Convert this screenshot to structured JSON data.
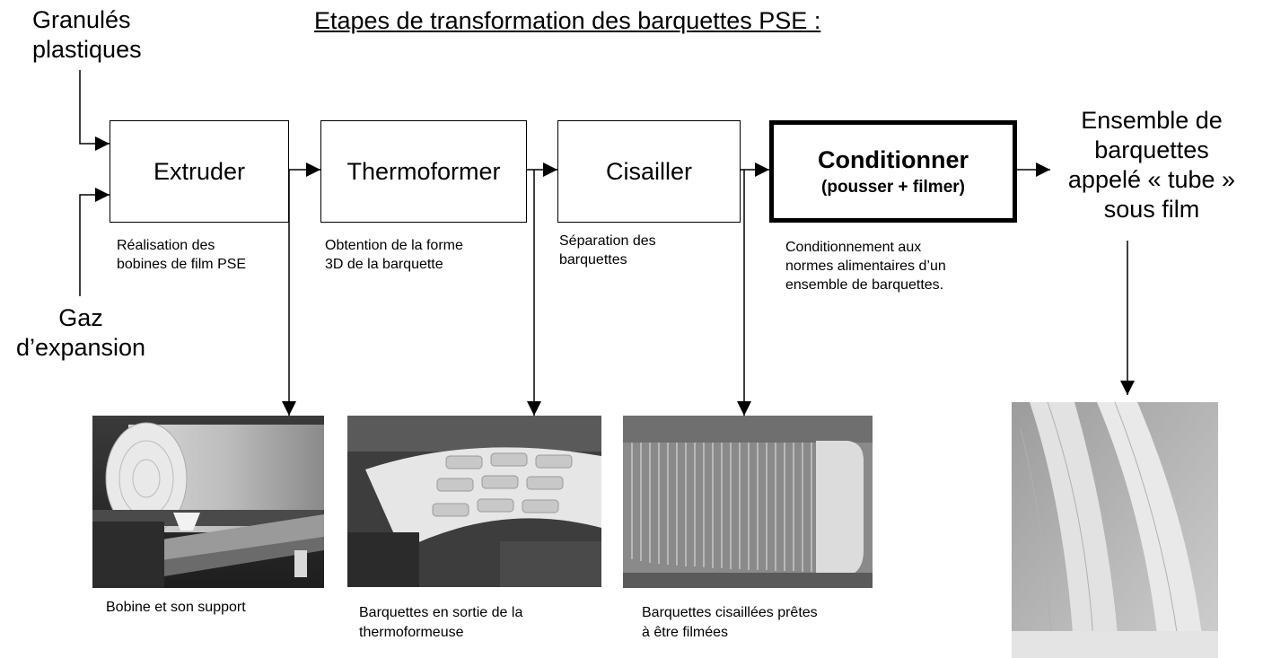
{
  "title": "Etapes de transformation des barquettes PSE :",
  "inputs": {
    "granules": [
      "Granulés",
      "plastiques"
    ],
    "gaz": [
      "Gaz",
      "d’expansion"
    ]
  },
  "steps": [
    {
      "label": "Extruder",
      "description": [
        "Réalisation des",
        "bobines de film PSE"
      ]
    },
    {
      "label": "Thermoformer",
      "description": [
        "Obtention de la forme",
        "3D de la barquette"
      ]
    },
    {
      "label": "Cisailler",
      "description": [
        "Séparation des",
        "barquettes"
      ]
    },
    {
      "label": "Conditionner",
      "sublabel": "(pousser + filmer)",
      "description": [
        "Conditionnement aux",
        "normes alimentaires d’un",
        "ensemble de barquettes."
      ]
    }
  ],
  "output": [
    "Ensemble de",
    "barquettes",
    "appelé « tube »",
    "sous film"
  ],
  "photos": [
    {
      "caption": [
        "Bobine et son support"
      ]
    },
    {
      "caption": [
        "Barquettes en sortie de la",
        "thermoformeuse"
      ]
    },
    {
      "caption": [
        "Barquettes cisaillées prêtes",
        "à être filmées"
      ]
    },
    {
      "caption": []
    }
  ]
}
